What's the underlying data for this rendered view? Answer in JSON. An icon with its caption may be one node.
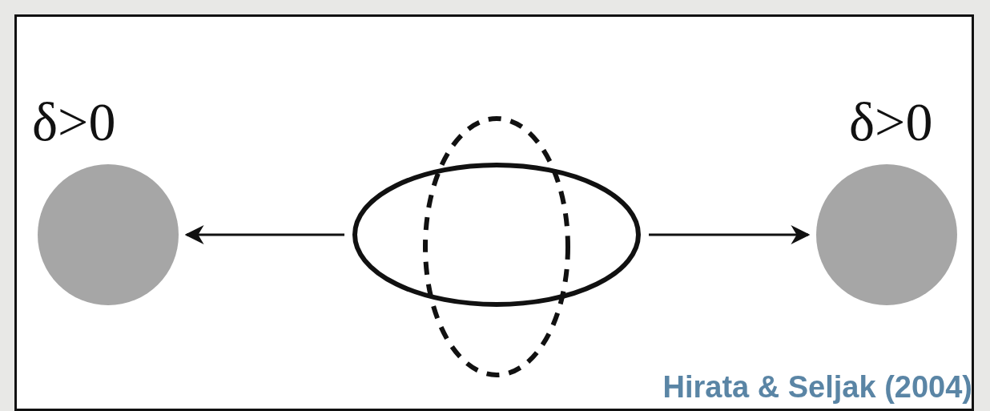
{
  "diagram": {
    "nodes": [
      {
        "text": [
          "δ>0"
        ]
      },
      {
        "text": [],
        "shape": "ellipse"
      },
      {
        "text": [],
        "shape": "ellipse"
      },
      {
        "text": [
          "δ>0"
        ]
      }
    ],
    "edges": [
      {
        "from": 1,
        "to": 0,
        "arrow": "to"
      },
      {
        "from": 1,
        "to": 3,
        "arrow": "to"
      }
    ],
    "labels": [
      "Hirata & Seljak (2004)"
    ]
  }
}
